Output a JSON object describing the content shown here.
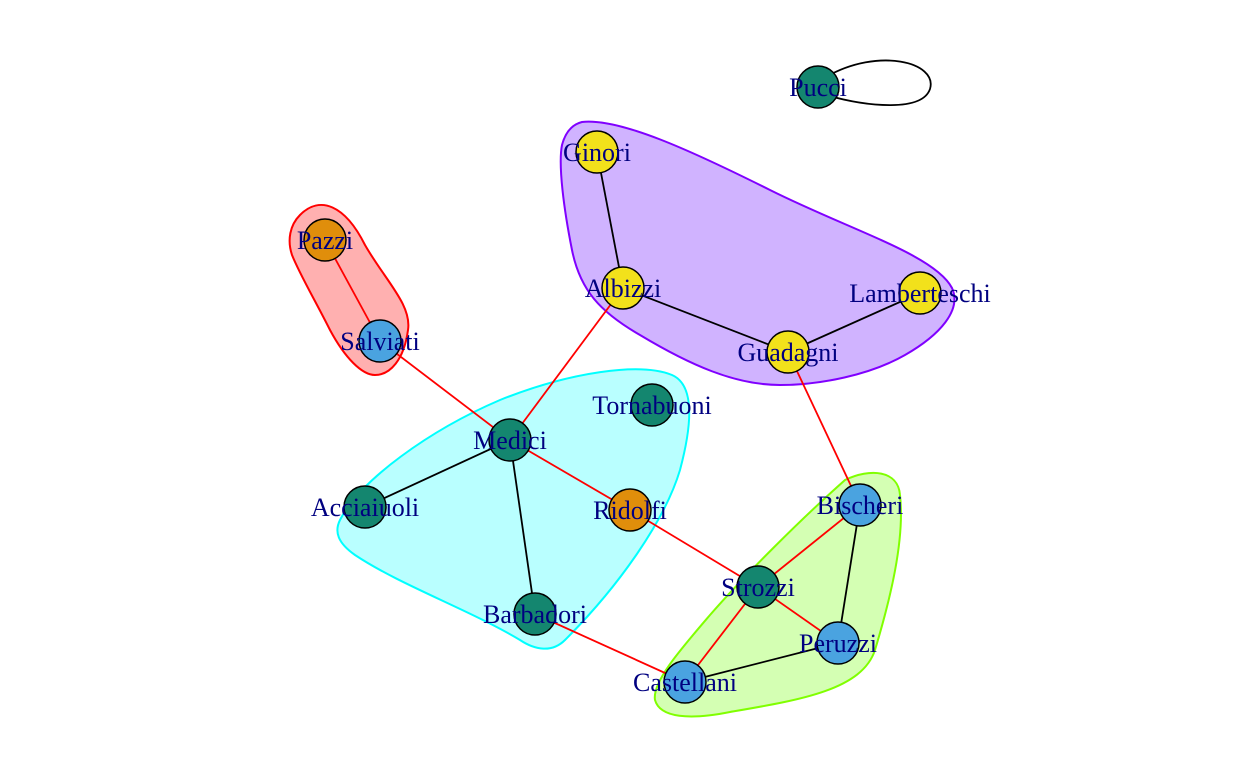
{
  "colors": {
    "green_node": "#14866f",
    "blue_node": "#4aa3e0",
    "orange_node": "#e08e0b",
    "yellow_node": "#f2e11b",
    "label": "#000080",
    "between_edge": "#ff0000",
    "within_edge": "#000000"
  },
  "groups": [
    {
      "id": "g-red",
      "fill": "#ffb0b0",
      "stroke": "#ff0000"
    },
    {
      "id": "g-purple",
      "fill": "#d0b3ff",
      "stroke": "#8000ff"
    },
    {
      "id": "g-cyan",
      "fill": "#b9ffff",
      "stroke": "#00ffff"
    },
    {
      "id": "g-green",
      "fill": "#d4ffb3",
      "stroke": "#80ff00"
    }
  ],
  "nodes": [
    {
      "id": "pucci",
      "label": "Pucci",
      "color": "green_node"
    },
    {
      "id": "ginori",
      "label": "Ginori",
      "color": "yellow_node"
    },
    {
      "id": "albizzi",
      "label": "Albizzi",
      "color": "yellow_node"
    },
    {
      "id": "lamberteschi",
      "label": "Lamberteschi",
      "color": "yellow_node"
    },
    {
      "id": "guadagni",
      "label": "Guadagni",
      "color": "yellow_node"
    },
    {
      "id": "pazzi",
      "label": "Pazzi",
      "color": "orange_node"
    },
    {
      "id": "salviati",
      "label": "Salviati",
      "color": "blue_node"
    },
    {
      "id": "tornabuoni",
      "label": "Tornabuoni",
      "color": "green_node"
    },
    {
      "id": "medici",
      "label": "Medici",
      "color": "green_node"
    },
    {
      "id": "acciaiuoli",
      "label": "Acciaiuoli",
      "color": "green_node"
    },
    {
      "id": "ridolfi",
      "label": "Ridolfi",
      "color": "orange_node"
    },
    {
      "id": "barbadori",
      "label": "Barbadori",
      "color": "green_node"
    },
    {
      "id": "bischeri",
      "label": "Bischeri",
      "color": "blue_node"
    },
    {
      "id": "strozzi",
      "label": "Strozzi",
      "color": "green_node"
    },
    {
      "id": "peruzzi",
      "label": "Peruzzi",
      "color": "blue_node"
    },
    {
      "id": "castellani",
      "label": "Castellani",
      "color": "blue_node"
    }
  ],
  "edges": [
    {
      "source": "pucci",
      "target": "pucci",
      "type": "within_edge"
    },
    {
      "source": "ginori",
      "target": "albizzi",
      "type": "within_edge"
    },
    {
      "source": "albizzi",
      "target": "guadagni",
      "type": "within_edge"
    },
    {
      "source": "guadagni",
      "target": "lamberteschi",
      "type": "within_edge"
    },
    {
      "source": "pazzi",
      "target": "salviati",
      "type": "between_edge"
    },
    {
      "source": "salviati",
      "target": "medici",
      "type": "between_edge"
    },
    {
      "source": "albizzi",
      "target": "medici",
      "type": "between_edge"
    },
    {
      "source": "guadagni",
      "target": "bischeri",
      "type": "between_edge"
    },
    {
      "source": "medici",
      "target": "acciaiuoli",
      "type": "within_edge"
    },
    {
      "source": "medici",
      "target": "barbadori",
      "type": "within_edge"
    },
    {
      "source": "medici",
      "target": "ridolfi",
      "type": "between_edge"
    },
    {
      "source": "ridolfi",
      "target": "strozzi",
      "type": "between_edge"
    },
    {
      "source": "barbadori",
      "target": "castellani",
      "type": "between_edge"
    },
    {
      "source": "bischeri",
      "target": "strozzi",
      "type": "between_edge"
    },
    {
      "source": "bischeri",
      "target": "peruzzi",
      "type": "within_edge"
    },
    {
      "source": "strozzi",
      "target": "peruzzi",
      "type": "between_edge"
    },
    {
      "source": "strozzi",
      "target": "castellani",
      "type": "between_edge"
    },
    {
      "source": "peruzzi",
      "target": "castellani",
      "type": "within_edge"
    }
  ]
}
